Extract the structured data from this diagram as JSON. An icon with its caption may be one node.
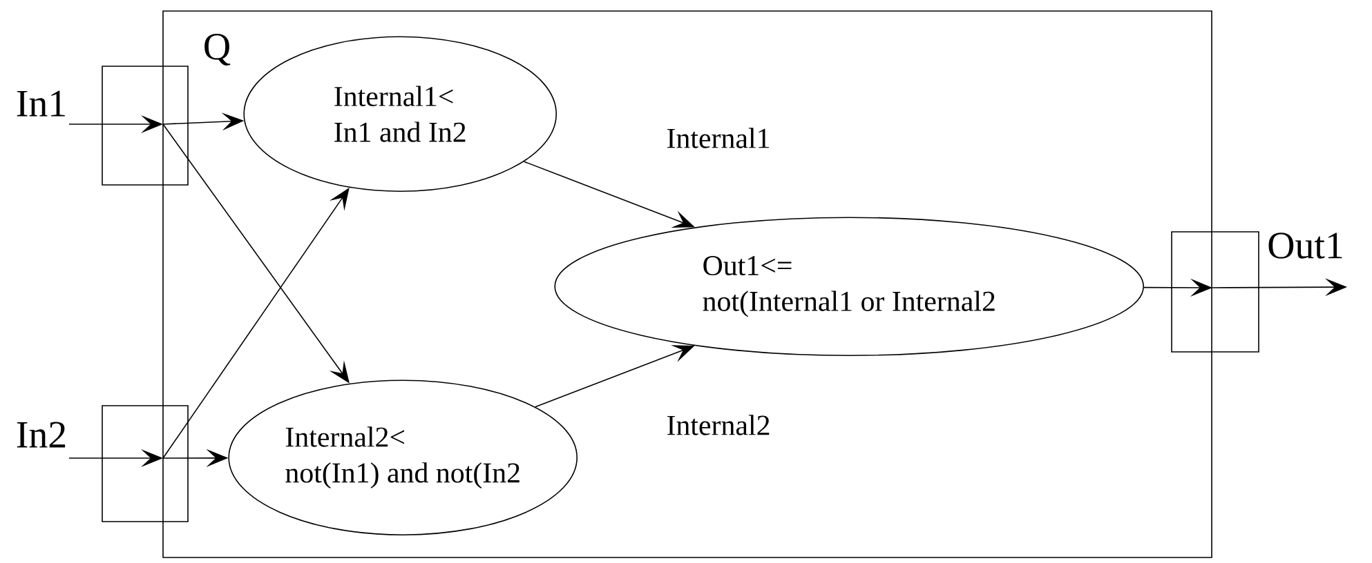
{
  "diagram": {
    "nodes": [
      {
        "text": [
          "Q"
        ]
      },
      {
        "text": [
          "In1"
        ]
      },
      {
        "text": [
          "In2"
        ]
      },
      {
        "text": [
          "Internal1<",
          "In1 and In2"
        ],
        "in": 0
      },
      {
        "text": [
          "Internal2<",
          "not(In1) and not(In2"
        ],
        "in": 0
      },
      {
        "text": [
          "Out1<=",
          "not(Internal1 or Internal2"
        ],
        "in": 0
      },
      {
        "text": [
          "Out1"
        ]
      }
    ],
    "edges": [
      {
        "from": null,
        "to": 1,
        "arrow": "to"
      },
      {
        "from": 1,
        "to": 3,
        "arrow": "to"
      },
      {
        "from": 1,
        "to": 4,
        "arrow": "to"
      },
      {
        "from": null,
        "to": 2,
        "arrow": "to"
      },
      {
        "from": 2,
        "to": 3,
        "arrow": "to"
      },
      {
        "from": 2,
        "to": 4,
        "arrow": "to"
      },
      {
        "from": 3,
        "to": 5,
        "arrow": "to",
        "label": "Internal1"
      },
      {
        "from": 4,
        "to": 5,
        "arrow": "to",
        "label": "Internal2"
      },
      {
        "from": 5,
        "to": 6,
        "arrow": "to"
      },
      {
        "from": 6,
        "to": null,
        "arrow": "to"
      }
    ]
  }
}
